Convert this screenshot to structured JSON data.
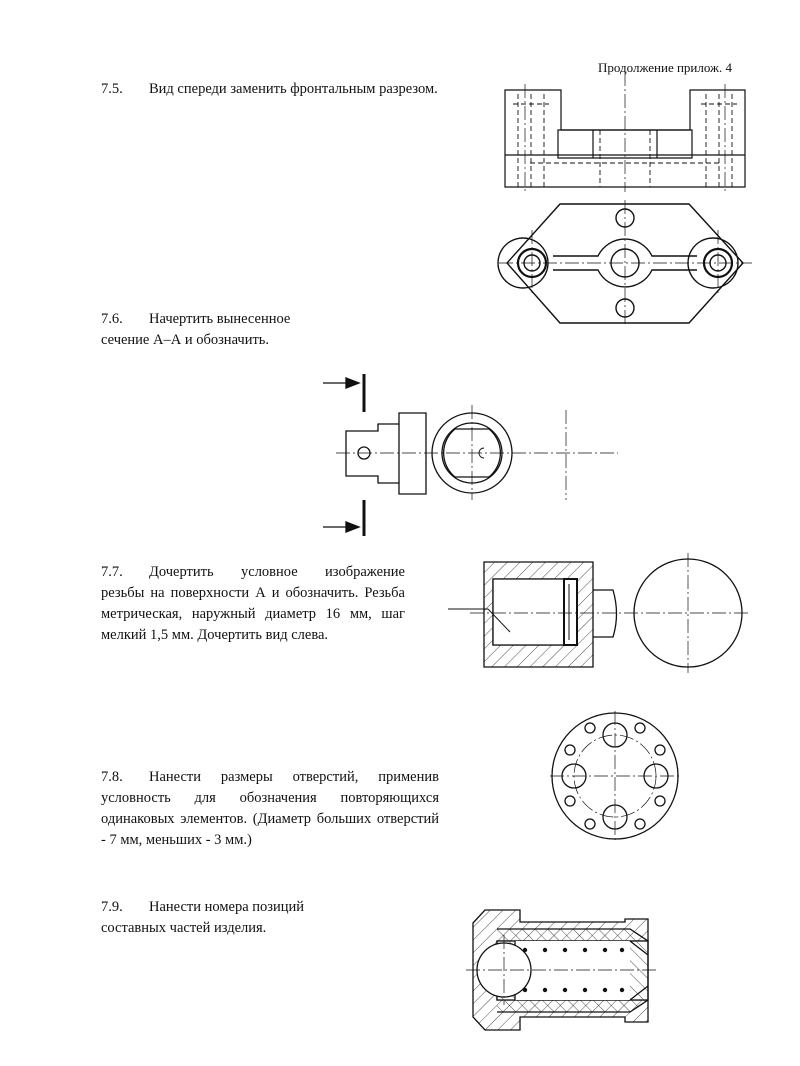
{
  "header": {
    "continuation": "Продолжение прилож. 4"
  },
  "tasks": [
    {
      "number": "7.5.",
      "text": "Вид спереди заменить фронтальным разрезом."
    },
    {
      "number": "7.6.",
      "text_line1": "Начертить вынесенное",
      "text_line2": "сечение А–А и обозначить."
    },
    {
      "number": "7.7.",
      "text_line1": "Дочертить условное изображение",
      "text_rest": "резьбы на поверхности А и обозначить. Резьба метрическая, наружный диаметр 16 мм, шаг мелкий 1,5 мм. Дочертить вид слева."
    },
    {
      "number": "7.8.",
      "text_line1": "Нанести размеры отверстий, применив",
      "text_rest": "условность для обозначения повторяющихся одинаковых элементов. (Диаметр больших отверстий - 7 мм, меньших - 3 мм.)"
    },
    {
      "number": "7.9.",
      "text_line1": "Нанести номера позиций",
      "text_line2": "составных частей изделия."
    }
  ]
}
